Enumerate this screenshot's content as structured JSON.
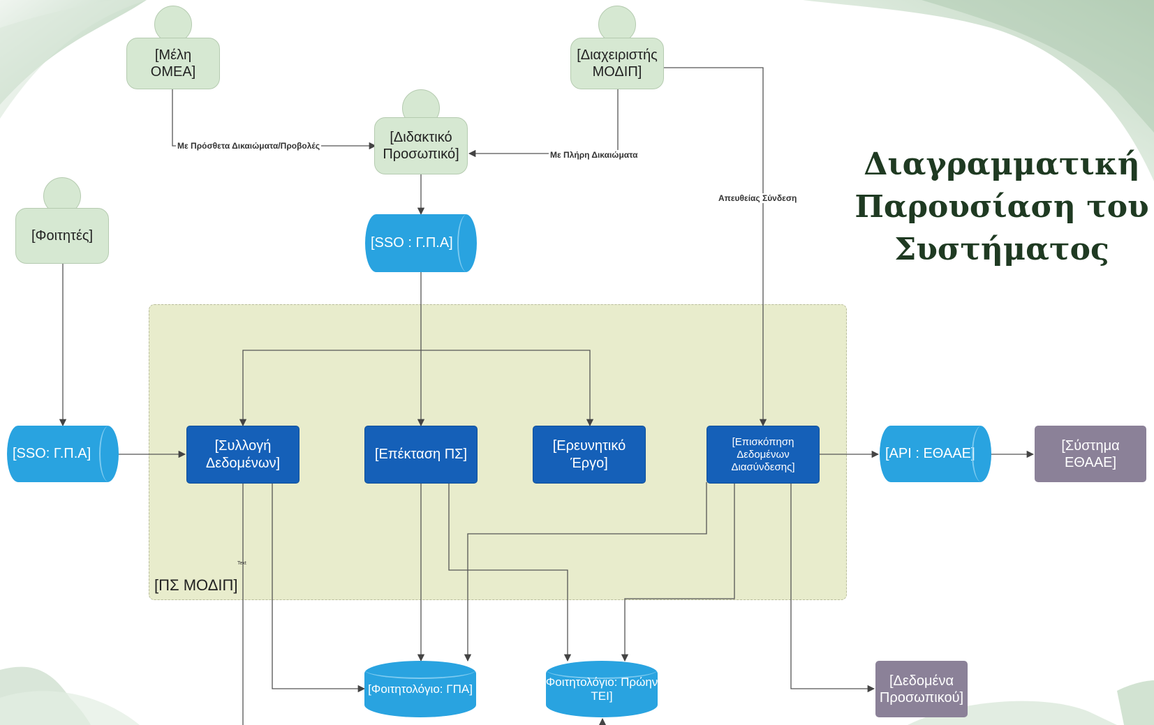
{
  "title_lines": [
    "Διαγραμματική",
    "Παρουσίαση του",
    "Συστήματος"
  ],
  "actors": {
    "omea": [
      "[Μέλη",
      "ΟΜΕΑ]"
    ],
    "admin": [
      "[Διαχειριστής",
      "ΜΟΔΙΠ]"
    ],
    "staff": [
      "[Διδακτικό",
      "Προσωπικό]"
    ],
    "students": "[Φοιτητές]"
  },
  "edge_labels": {
    "extra_rights": "Με Πρόσθετα Δικαιώματα/Προβολές",
    "full_rights": "Με Πλήρη Δικαιώματα",
    "direct": "Απευθείας Σύνδεση",
    "text": "Text"
  },
  "group_label": "[ΠΣ ΜΟΔΙΠ]",
  "cylinders": {
    "sso_top": "[SSO : Γ.Π.Α]",
    "sso_left": "[SSO: Γ.Π.Α]",
    "api": "[API : ΕΘΑΑΕ]"
  },
  "components": {
    "collect": [
      "[Συλλογή",
      "Δεδομένων]"
    ],
    "extend": "[Επέκταση ΠΣ]",
    "research": [
      "[Ερευνητικό",
      "Έργο]"
    ],
    "overview": [
      "[Επισκόπηση",
      "Δεδομένων",
      "Διασύνδεσης]"
    ]
  },
  "external": {
    "ethaae": [
      "[Σύστημα",
      "ΕΘΑΑΕ]"
    ],
    "staff_data": [
      "[Δεδομένα",
      "Προσωπικού]"
    ]
  },
  "databases": {
    "gpa": "[Φοιτητολόγιο: ΓΠΑ]",
    "tei": [
      "Φοιτητολόγιο: Πρώην",
      "ΤΕΙ]"
    ]
  }
}
